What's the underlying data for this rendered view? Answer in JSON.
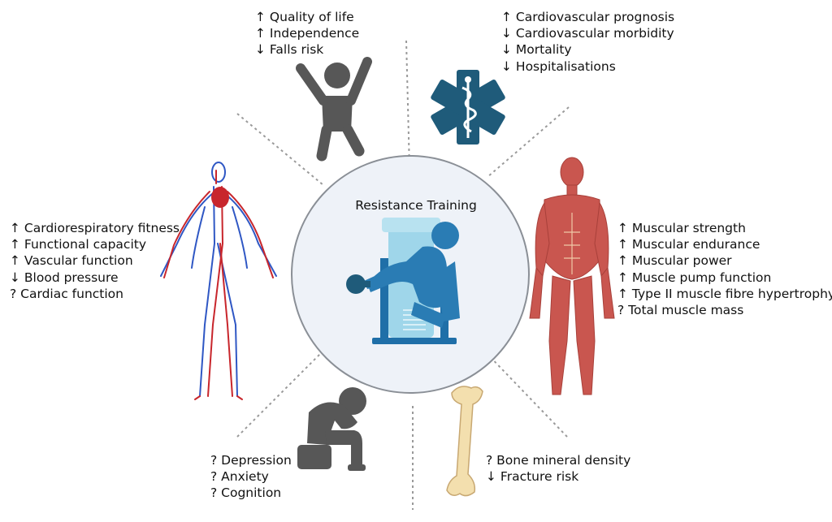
{
  "center": {
    "title": "Resistance Training"
  },
  "blocks": {
    "top": [
      "↑ Quality of life",
      "↑ Independence",
      "↓ Falls risk"
    ],
    "top_right": [
      "↑ Cardiovascular prognosis",
      "↓ Cardiovascular morbidity",
      "↓ Mortality",
      "↓ Hospitalisations"
    ],
    "left": [
      "↑ Cardiorespiratory fitness",
      "↑ Functional capacity",
      "↑ Vascular function",
      "↓ Blood pressure",
      "? Cardiac function"
    ],
    "right": [
      "↑ Muscular strength",
      "↑ Muscular endurance",
      "↑ Muscular power",
      "↑ Muscle pump function",
      "↑ Type II muscle fibre hypertrophy",
      "? Total muscle mass"
    ],
    "bottom_left": [
      "? Depression",
      "? Anxiety",
      "? Cognition"
    ],
    "bottom_right": [
      "? Bone mineral density",
      "↓ Fracture risk"
    ]
  },
  "colors": {
    "circle_fill": "#eef2f8",
    "circle_stroke": "#8a8f96",
    "divider": "#9a9a9a",
    "person_gray": "#575757",
    "medical_blue": "#1f5b7a",
    "machine_light": "#9fd6ea",
    "machine_dark": "#1f6fa8",
    "muscle": "#c9564f",
    "bone": "#f3dfae",
    "artery": "#c8262c",
    "vein": "#2f57c4"
  },
  "icons": [
    "happy-person-icon",
    "star-of-life-icon",
    "circulatory-system-icon",
    "muscle-anatomy-icon",
    "depressed-person-icon",
    "bone-icon",
    "leg-press-machine-icon"
  ]
}
